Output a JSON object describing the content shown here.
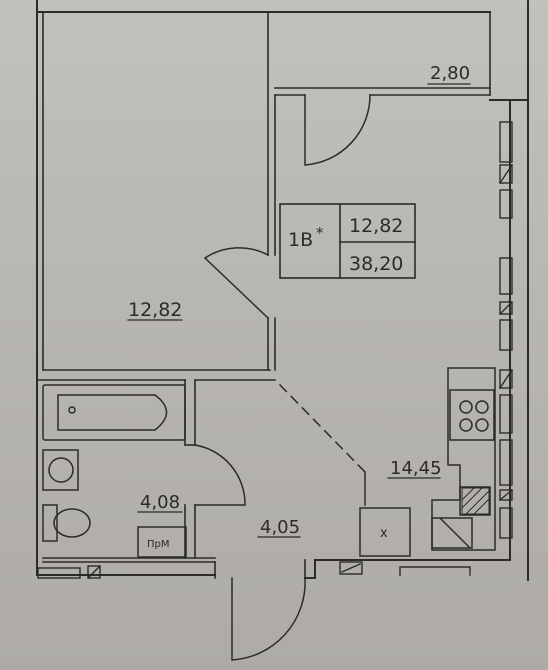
{
  "plan": {
    "apartment_type": "1В",
    "apartment_type_mark": "*",
    "living_area": "12,82",
    "total_area": "38,20"
  },
  "rooms": {
    "bedroom_area": "12,82",
    "balcony_area": "2,80",
    "kitchen_area": "14,45",
    "bathroom_area": "4,08",
    "hall_area": "4,05",
    "closet_label": "ПрМ",
    "shaft_mark": "x"
  },
  "colors": {
    "paper": "#bcb9b4",
    "ink": "#2b2b2b"
  }
}
